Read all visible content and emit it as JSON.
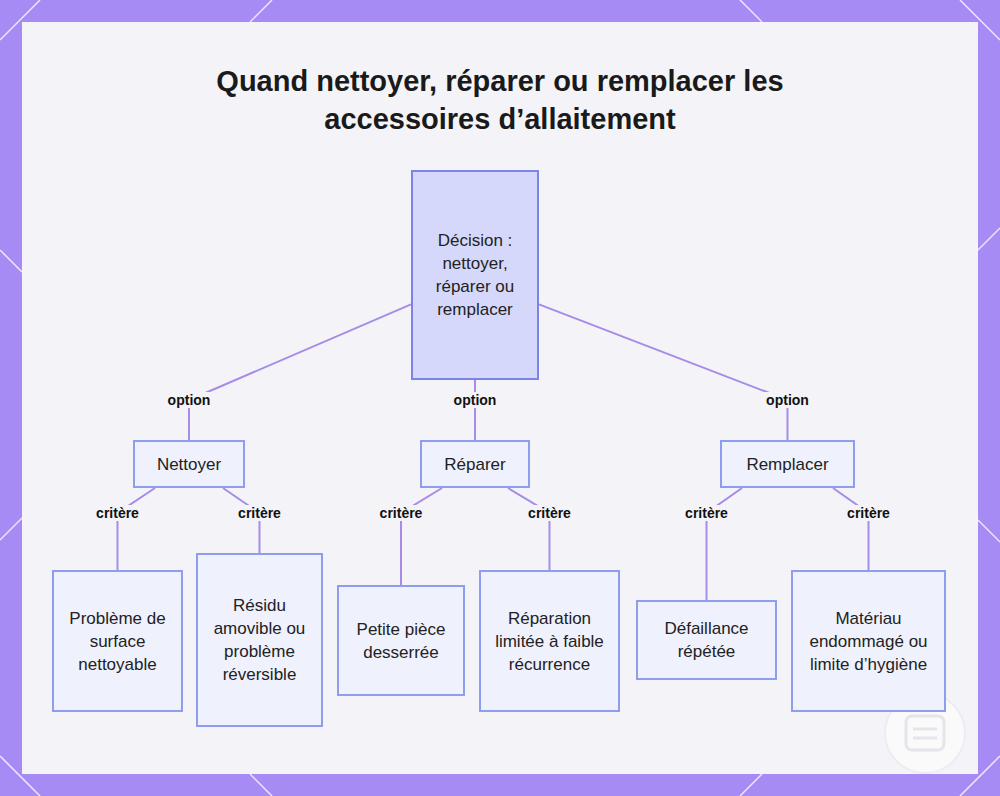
{
  "diagram": {
    "title": "Quand nettoyer, réparer ou remplacer les accessoires d’allaitement",
    "nodes": [
      {
        "text": [
          "Décision : nettoyer, réparer ou remplacer"
        ]
      },
      {
        "text": [
          "Nettoyer"
        ]
      },
      {
        "text": [
          "Réparer"
        ]
      },
      {
        "text": [
          "Remplacer"
        ]
      },
      {
        "text": [
          "Problème de surface nettoyable"
        ]
      },
      {
        "text": [
          "Résidu amovible ou problème réversible"
        ]
      },
      {
        "text": [
          "Petite pièce desserrée"
        ]
      },
      {
        "text": [
          "Réparation limitée à faible récurrence"
        ]
      },
      {
        "text": [
          "Défaillance répétée"
        ]
      },
      {
        "text": [
          "Matériau endommagé ou limite d’hygiène"
        ]
      }
    ],
    "edges": [
      {
        "from": 0,
        "to": 1,
        "label": "option",
        "arrow": "none"
      },
      {
        "from": 0,
        "to": 2,
        "label": "option",
        "arrow": "none"
      },
      {
        "from": 0,
        "to": 3,
        "label": "option",
        "arrow": "none"
      },
      {
        "from": 1,
        "to": 4,
        "label": "critère",
        "arrow": "none"
      },
      {
        "from": 1,
        "to": 5,
        "label": "critère",
        "arrow": "none"
      },
      {
        "from": 2,
        "to": 6,
        "label": "critère",
        "arrow": "none"
      },
      {
        "from": 2,
        "to": 7,
        "label": "critère",
        "arrow": "none"
      },
      {
        "from": 3,
        "to": 8,
        "label": "critère",
        "arrow": "none"
      },
      {
        "from": 3,
        "to": 9,
        "label": "critère",
        "arrow": "none"
      }
    ]
  }
}
